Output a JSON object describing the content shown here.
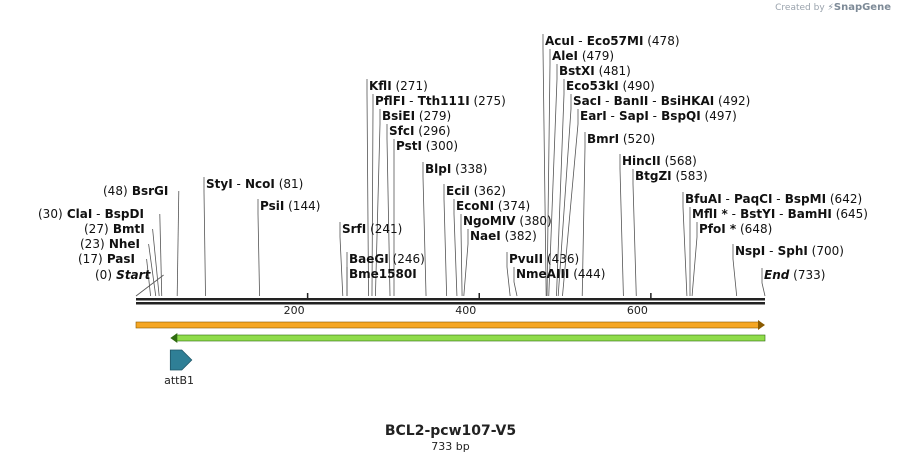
{
  "watermark": {
    "prefix": "Created by",
    "brand": "SnapGene"
  },
  "map": {
    "title": "BCL2-pcw107-V5",
    "length_label": "733 bp",
    "length": 733,
    "ticks": [
      "200",
      "400",
      "600"
    ],
    "tick_values": [
      200,
      400,
      600
    ]
  },
  "sites": [
    {
      "parts": [
        "(0)",
        "Start"
      ],
      "pos": 0,
      "side": "left"
    },
    {
      "parts": [
        "(17)",
        "PasI"
      ],
      "pos": 17,
      "side": "left"
    },
    {
      "parts": [
        "(23)",
        "NheI"
      ],
      "pos": 23,
      "side": "left"
    },
    {
      "parts": [
        "(27)",
        "BmtI"
      ],
      "pos": 27,
      "side": "left"
    },
    {
      "parts": [
        "(30)",
        "ClaI",
        "-",
        "BspDI"
      ],
      "pos": 30,
      "side": "left"
    },
    {
      "parts": [
        "(48)",
        "BsrGI"
      ],
      "pos": 48,
      "side": "left"
    },
    {
      "parts": [
        "StyI",
        "-",
        "NcoI",
        "(81)"
      ],
      "pos": 81
    },
    {
      "parts": [
        "PsiI",
        "(144)"
      ],
      "pos": 144
    },
    {
      "parts": [
        "SrfI",
        "(241)"
      ],
      "pos": 241
    },
    {
      "parts": [
        "BaeGI",
        "(246)"
      ],
      "pos": 246
    },
    {
      "parts": [
        "Bme1580I"
      ],
      "pos": 246
    },
    {
      "parts": [
        "KflI",
        "(271)"
      ],
      "pos": 271
    },
    {
      "parts": [
        "PflFI",
        "-",
        "Tth111I",
        "(275)"
      ],
      "pos": 275
    },
    {
      "parts": [
        "BsiEI",
        "(279)"
      ],
      "pos": 279
    },
    {
      "parts": [
        "SfcI",
        "(296)"
      ],
      "pos": 296
    },
    {
      "parts": [
        "PstI",
        "(300)"
      ],
      "pos": 300
    },
    {
      "parts": [
        "BlpI",
        "(338)"
      ],
      "pos": 338
    },
    {
      "parts": [
        "EciI",
        "(362)"
      ],
      "pos": 362
    },
    {
      "parts": [
        "EcoNI",
        "(374)"
      ],
      "pos": 374
    },
    {
      "parts": [
        "NgoMIV",
        "(380)"
      ],
      "pos": 380
    },
    {
      "parts": [
        "NaeI",
        "(382)"
      ],
      "pos": 382
    },
    {
      "parts": [
        "PvuII",
        "(436)"
      ],
      "pos": 436
    },
    {
      "parts": [
        "NmeAIII",
        "(444)"
      ],
      "pos": 444
    },
    {
      "parts": [
        "AcuI",
        "-",
        "Eco57MI",
        "(478)"
      ],
      "pos": 478
    },
    {
      "parts": [
        "AleI",
        "(479)"
      ],
      "pos": 479
    },
    {
      "parts": [
        "BstXI",
        "(481)"
      ],
      "pos": 481
    },
    {
      "parts": [
        "Eco53kI",
        "(490)"
      ],
      "pos": 490
    },
    {
      "parts": [
        "SacI",
        "-",
        "BanII",
        "-",
        "BsiHKAI",
        "(492)"
      ],
      "pos": 492
    },
    {
      "parts": [
        "EarI",
        "-",
        "SapI",
        "-",
        "BspQI",
        "(497)"
      ],
      "pos": 497
    },
    {
      "parts": [
        "BmrI",
        "(520)"
      ],
      "pos": 520
    },
    {
      "parts": [
        "HincII",
        "(568)"
      ],
      "pos": 568
    },
    {
      "parts": [
        "BtgZI",
        "(583)"
      ],
      "pos": 583
    },
    {
      "parts": [
        "BfuAI",
        "-",
        "PaqCI",
        "-",
        "BspMI",
        "(642)"
      ],
      "pos": 642
    },
    {
      "parts": [
        "MflI",
        "*",
        "-",
        "BstYI",
        "-",
        "BamHI",
        "(645)"
      ],
      "pos": 645
    },
    {
      "parts": [
        "PfoI",
        "*",
        "(648)"
      ],
      "pos": 648
    },
    {
      "parts": [
        "NspI",
        "-",
        "SphI",
        "(700)"
      ],
      "pos": 700
    },
    {
      "parts": [
        "End",
        "(733)"
      ],
      "pos": 733
    }
  ],
  "features": [
    {
      "name": "orange-bar",
      "start": 0,
      "end": 733,
      "color": "#f5a623",
      "direction": "forward"
    },
    {
      "name": "green-bar",
      "start": 40,
      "end": 733,
      "color": "#8fdc4a",
      "direction": "reverse"
    },
    {
      "name": "attB1",
      "label": "attB1",
      "start": 40,
      "end": 65,
      "color": "#2f7f96",
      "direction": "forward"
    }
  ]
}
